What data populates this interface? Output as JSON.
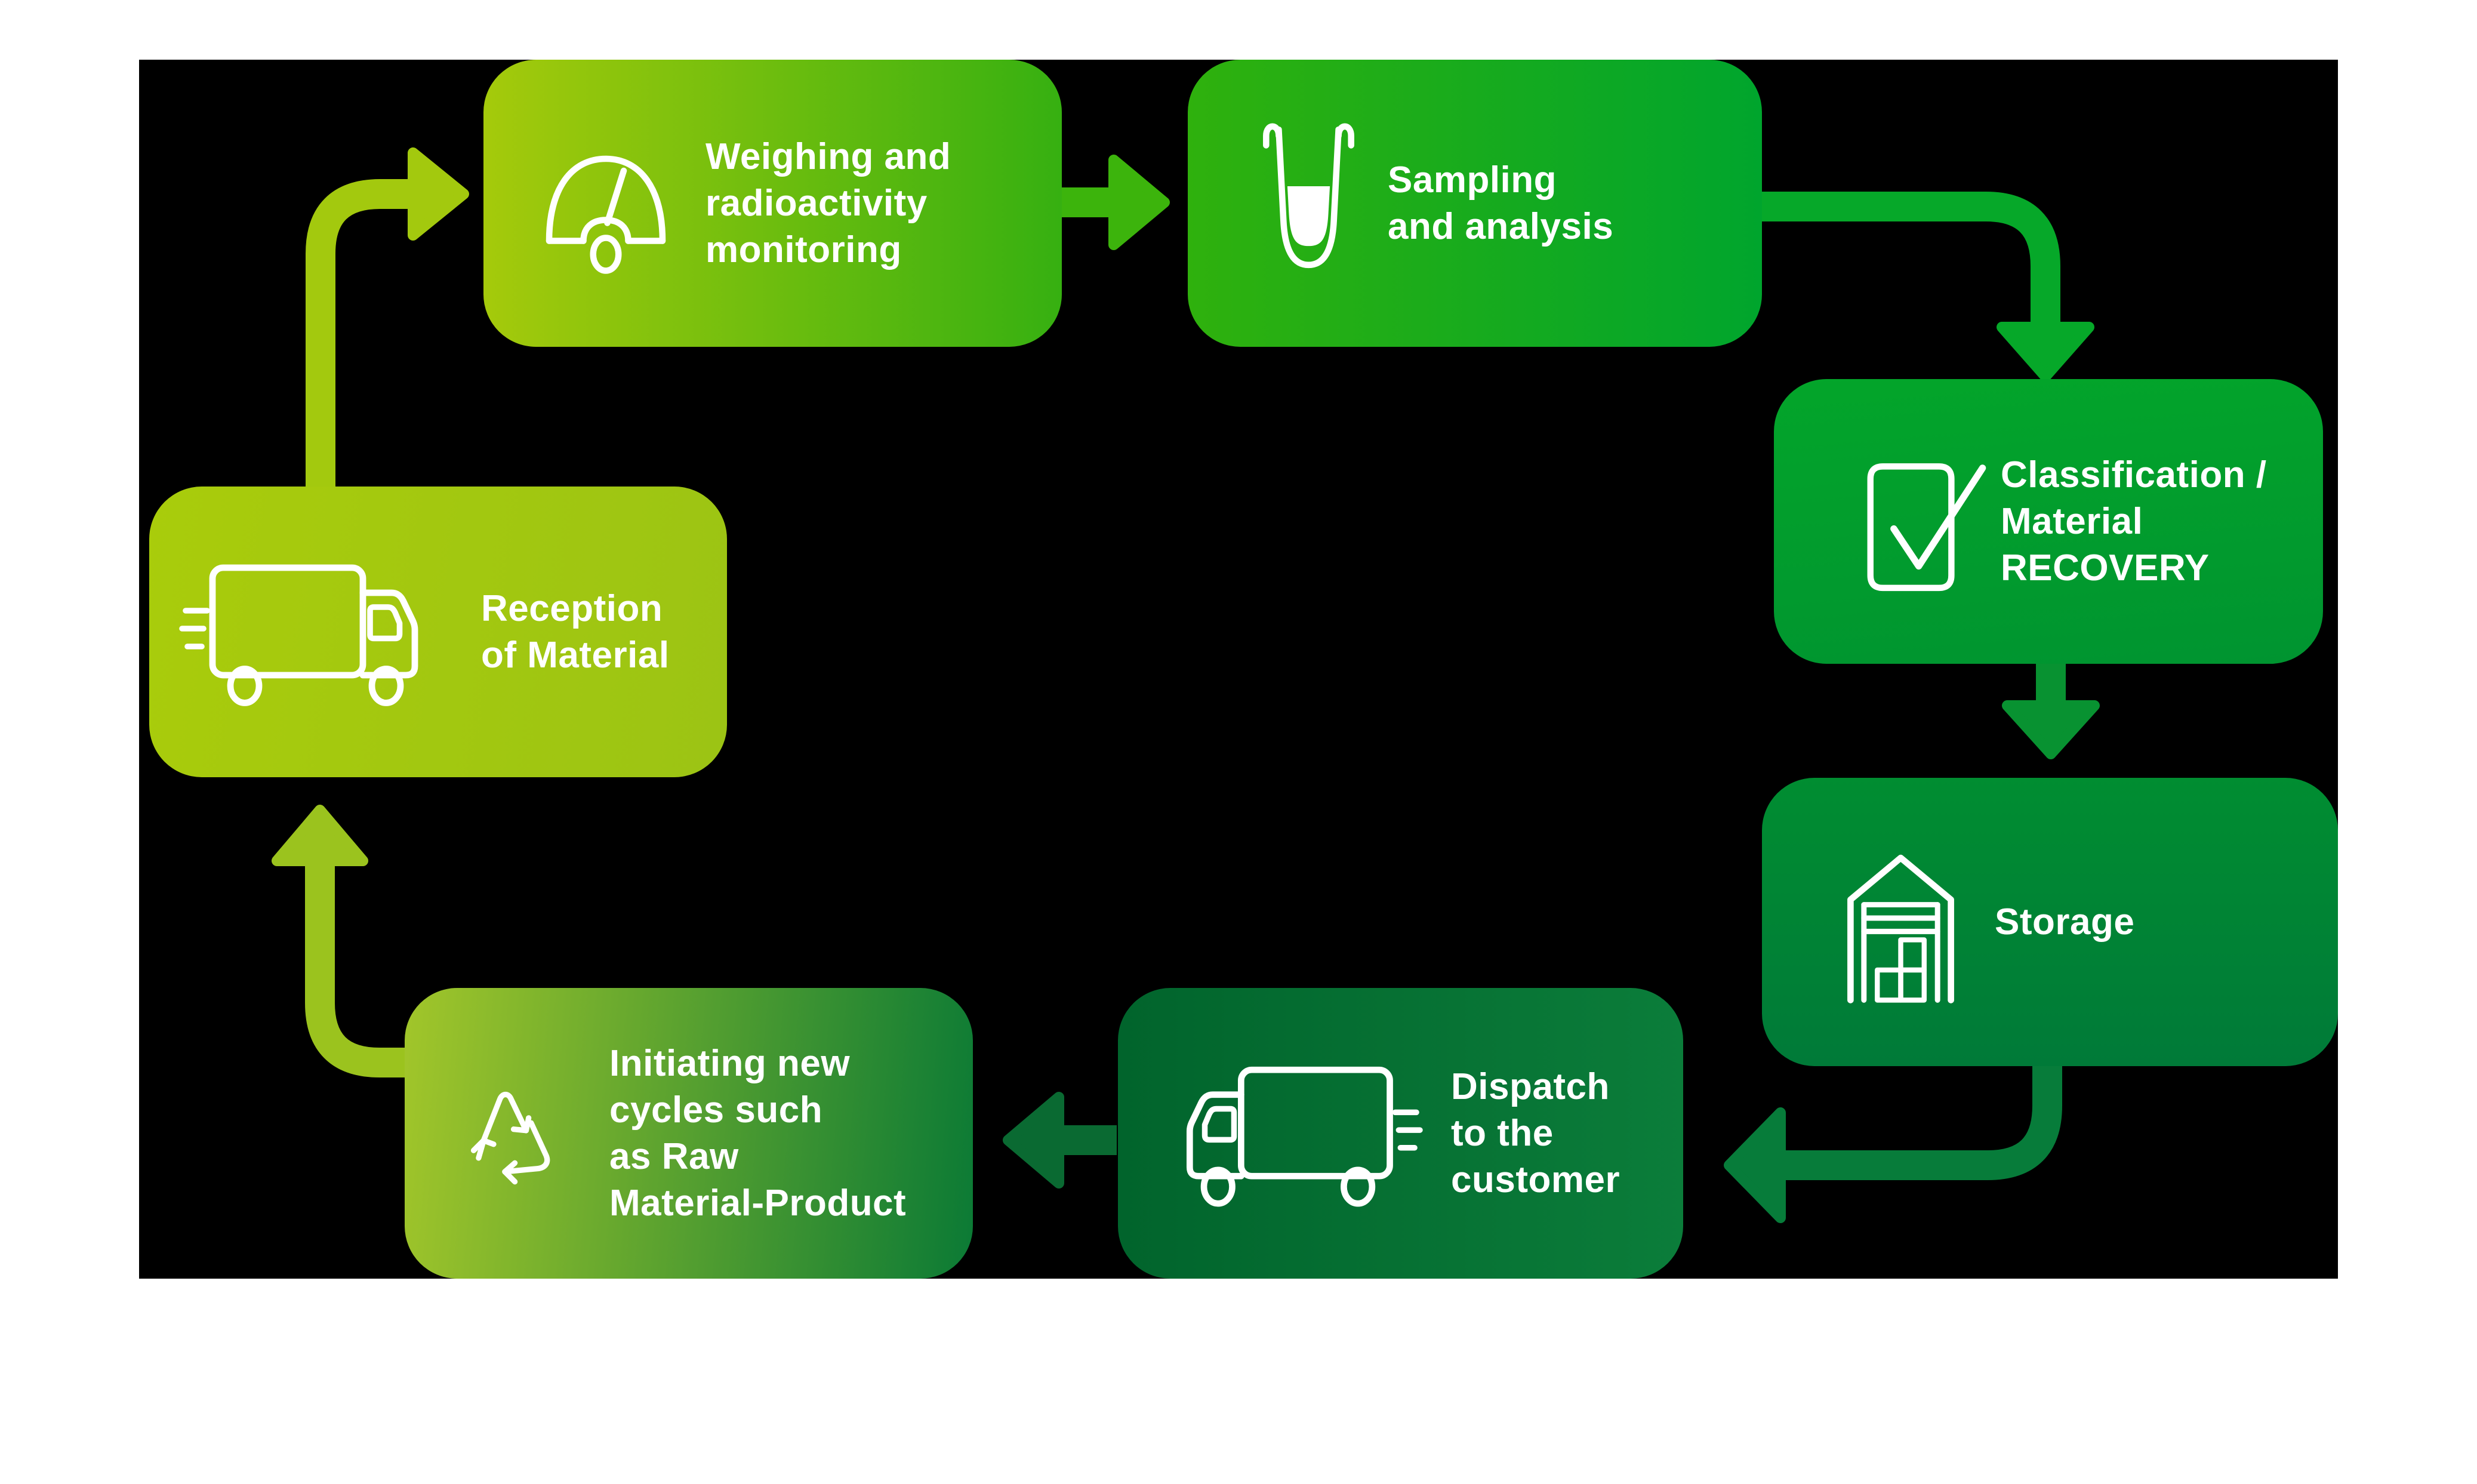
{
  "canvas": {
    "page_background": "#ffffff",
    "panel_background": "#000000",
    "text_color": "#ffffff",
    "icon_color": "#ffffff"
  },
  "boxes": [
    {
      "id": "reception",
      "label": "Reception of Material",
      "lines": [
        "Reception",
        "of Material"
      ],
      "icon": "truck-right-icon",
      "gradient": "linear-gradient(100deg, #a9cc0b, #9cc414)"
    },
    {
      "id": "weighing",
      "label": "Weighing and radioactivity monitoring",
      "lines": [
        "Weighing and",
        "radioactivity",
        "monitoring"
      ],
      "icon": "gauge-icon",
      "gradient": "linear-gradient(90deg, #a5ca0b, #36b011)"
    },
    {
      "id": "sampling",
      "label": "Sampling and analysis",
      "lines": [
        "Sampling",
        "and analysis"
      ],
      "icon": "crucible-icon",
      "gradient": "linear-gradient(90deg, #2fb10d, #00a52d)"
    },
    {
      "id": "classification",
      "label": "Classification / Material RECOVERY",
      "lines": [
        "Classification /",
        "Material",
        "RECOVERY"
      ],
      "icon": "checkbox-icon",
      "gradient": "linear-gradient(175deg, #03a52a, #009430)"
    },
    {
      "id": "storage",
      "label": "Storage",
      "lines": [
        "Storage"
      ],
      "icon": "warehouse-icon",
      "gradient": "linear-gradient(180deg, #008d31, #007a38)"
    },
    {
      "id": "dispatch",
      "label": "Dispatch to the customer",
      "lines": [
        "Dispatch",
        "to the",
        "customer"
      ],
      "icon": "truck-left-icon",
      "gradient": "linear-gradient(90deg, #01642c, #0b7d3a)"
    },
    {
      "id": "initiating",
      "label": "Initiating new cycles such as Raw Material-Product",
      "lines": [
        "Initiating new",
        "cycles such",
        "as Raw",
        "Material-Product"
      ],
      "icon": "recycle-icon",
      "gradient": "linear-gradient(95deg, #a2c62a, #0b7a35)"
    }
  ],
  "arrows": [
    {
      "id": "reception-to-weighing",
      "color": "#a3c90e"
    },
    {
      "id": "weighing-to-sampling",
      "color": "#3cb40c"
    },
    {
      "id": "sampling-to-classification",
      "color": "#06a829"
    },
    {
      "id": "classification-to-storage",
      "color": "#089231"
    },
    {
      "id": "storage-to-dispatch",
      "color": "#077c3a"
    },
    {
      "id": "dispatch-to-initiating",
      "color": "#0a6a32"
    },
    {
      "id": "initiating-to-reception",
      "color": "#9bc31e"
    }
  ]
}
